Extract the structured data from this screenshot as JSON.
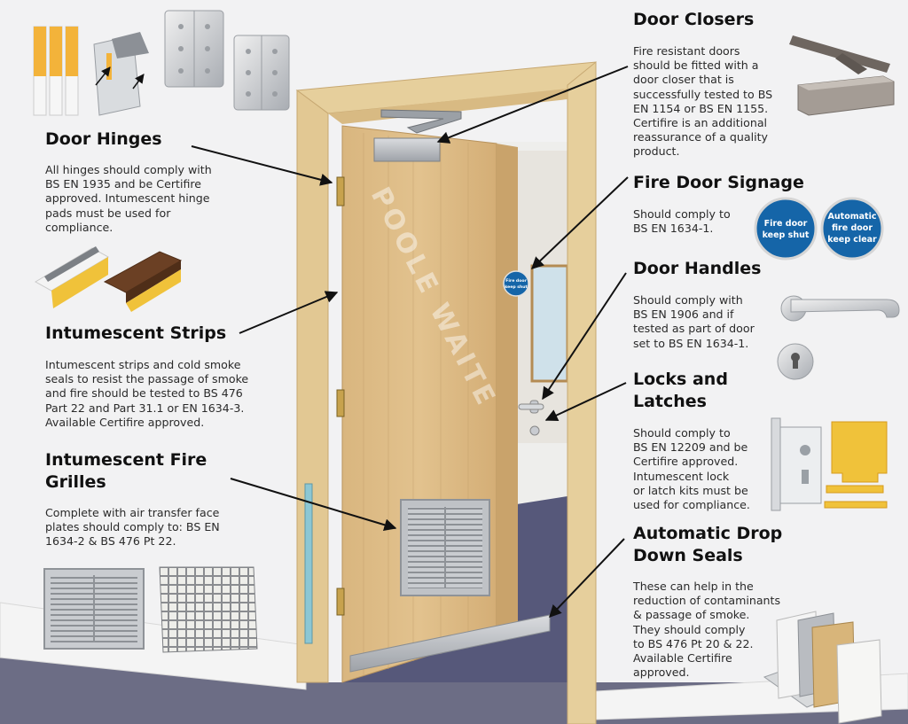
{
  "watermark": "POOLE WAITE",
  "door_sign": {
    "line1": "Fire door",
    "line2": "keep shut"
  },
  "sections": {
    "hinges": {
      "title": "Door Hinges",
      "body": "All hinges should comply with\nBS EN 1935 and be Certifire\napproved. Intumescent hinge\npads must be used for\ncompliance."
    },
    "strips": {
      "title": "Intumescent Strips",
      "body": "Intumescent strips and cold smoke\nseals to resist the passage of smoke\nand fire should be tested to BS 476\nPart 22 and Part 31.1 or EN 1634-3.\nAvailable Certifire approved."
    },
    "grilles": {
      "title": "Intumescent Fire\nGrilles",
      "body": "Complete with air transfer face\nplates should comply to: BS EN\n1634-2 & BS 476 Pt 22."
    },
    "closers": {
      "title": "Door Closers",
      "body": "Fire resistant doors\nshould be fitted with a\ndoor closer that is\nsuccessfully tested to BS\nEN 1154 or BS EN 1155.\nCertifire is an additional\nreassurance of a quality\nproduct."
    },
    "signage": {
      "title": "Fire Door Signage",
      "body": "Should comply to\nBS EN 1634-1.",
      "sign1": {
        "line1": "Fire door",
        "line2": "keep shut"
      },
      "sign2": {
        "line1": "Automatic",
        "line2": "fire door",
        "line3": "keep clear"
      }
    },
    "handles": {
      "title": "Door Handles",
      "body": "Should comply with\nBS EN 1906 and if\ntested as part of door\nset to BS EN 1634-1."
    },
    "locks": {
      "title": "Locks and\nLatches",
      "body": "Should comply to\nBS EN 12209 and be\nCertifire approved.\nIntumescent lock\nor latch kits must be\nused for compliance."
    },
    "seals": {
      "title": "Automatic Drop\nDown Seals",
      "body": "These can help in the\nreduction of contaminants\n& passage of smoke.\nThey should comply\nto BS 476 Pt 20 & 22.\nAvailable Certifire\napproved."
    }
  },
  "colors": {
    "sign_blue": "#1565a8",
    "door_wood": "#dcb985",
    "frame_wood": "#e6cf9c",
    "floor": "#6c6d85",
    "metal": "#b9bcc1"
  }
}
